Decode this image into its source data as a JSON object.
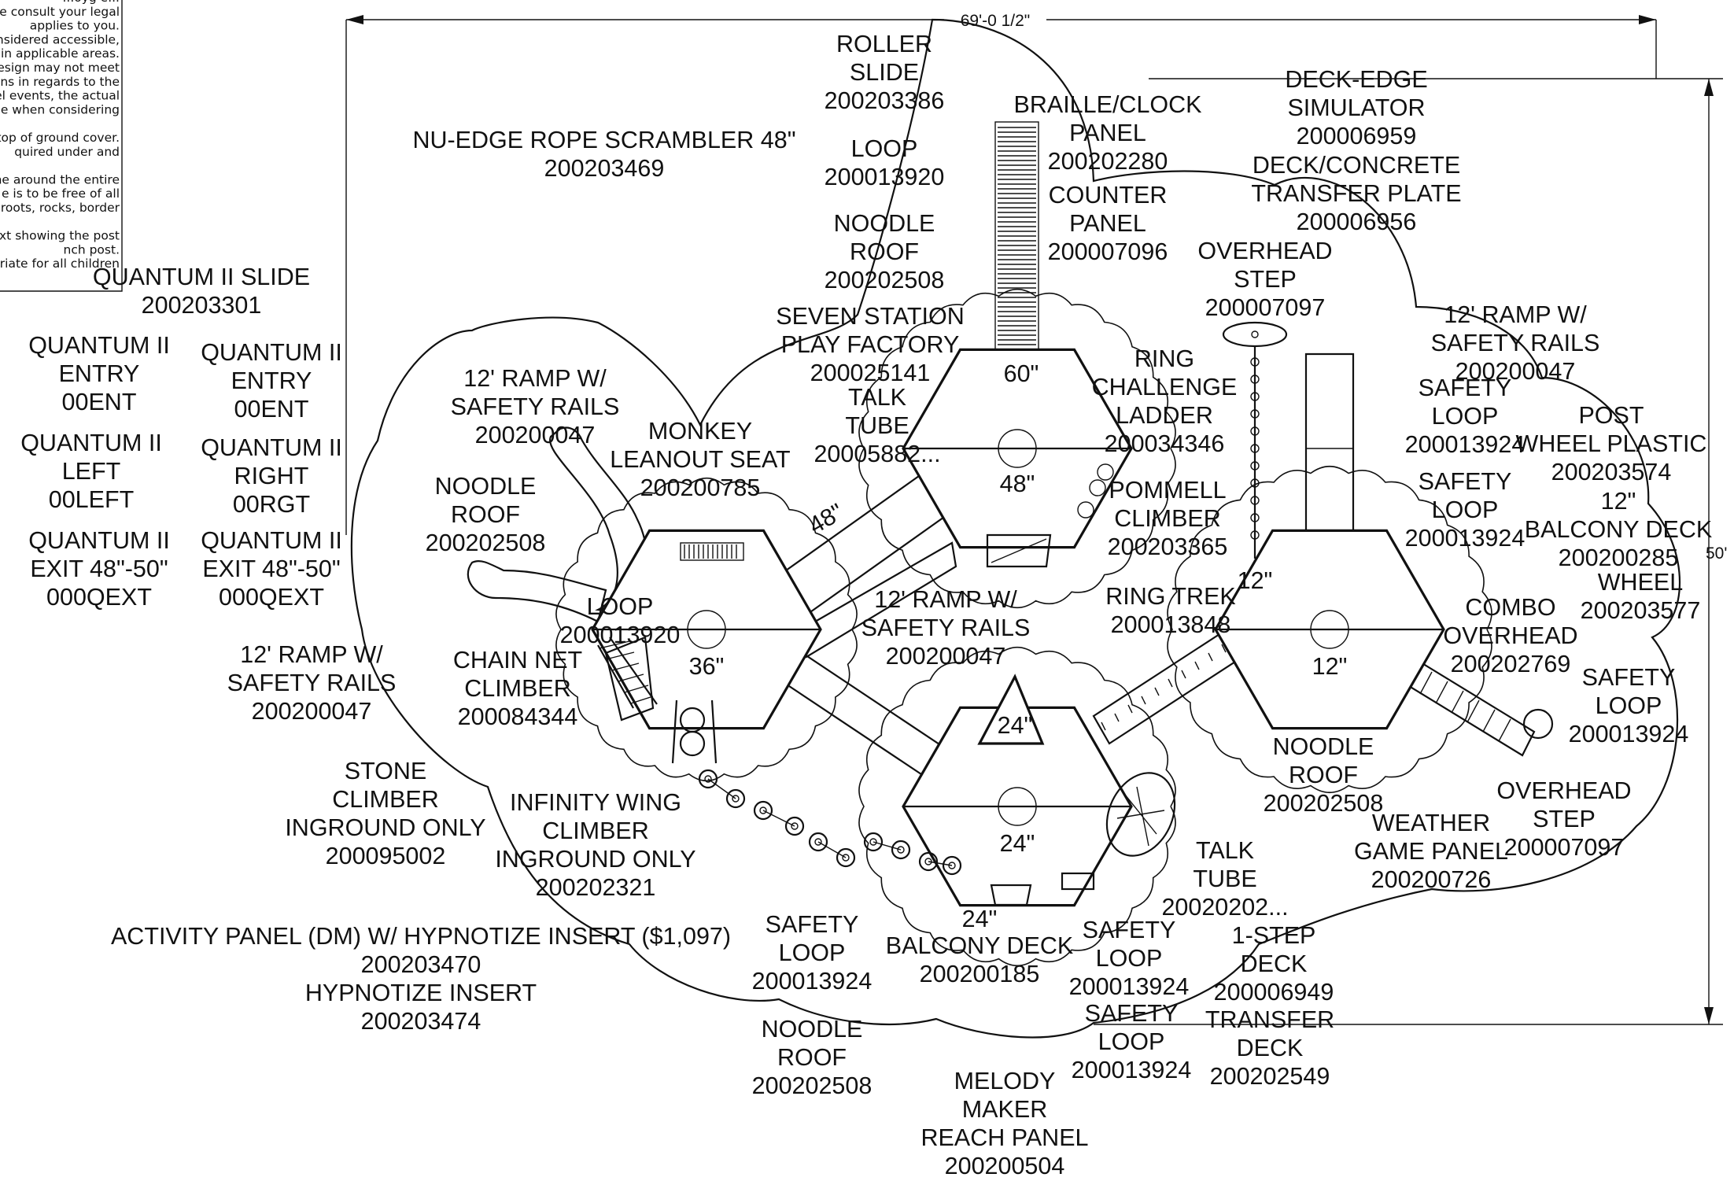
{
  "title": "Playground layout plan",
  "dimensions": {
    "width_label": "69'-0 1/2\"",
    "height_label": "50'"
  },
  "notes": [
    "...oyg e...",
    "se consult your legal",
    "applies to you.",
    "considered accessible,",
    "ized in applicable areas.",
    "design may not meet",
    "ulations in regards to the",
    "vel events, the actual",
    "e when considering",
    "",
    "om top of ground cover.",
    "quired under and",
    "",
    "zone around the entire",
    "e is to be free of all",
    "roots, rocks, border",
    "",
    "text showing the post",
    "nch post.",
    "priate for all children"
  ],
  "labels": [
    {
      "id": "roller-slide",
      "lines": [
        "ROLLER",
        "SLIDE",
        "200203386"
      ]
    },
    {
      "id": "nu-edge-rope",
      "lines": [
        "NU-EDGE ROPE SCRAMBLER 48\"",
        "200203469"
      ]
    },
    {
      "id": "loop-top",
      "lines": [
        "LOOP",
        "200013920"
      ]
    },
    {
      "id": "noodle-roof-top",
      "lines": [
        "NOODLE",
        "ROOF",
        "200202508"
      ]
    },
    {
      "id": "seven-station",
      "lines": [
        "SEVEN STATION",
        "PLAY FACTORY",
        "200025141"
      ]
    },
    {
      "id": "braille-clock",
      "lines": [
        "BRAILLE/CLOCK",
        "PANEL",
        "200202280"
      ]
    },
    {
      "id": "counter-panel",
      "lines": [
        "COUNTER",
        "PANEL",
        "200007096"
      ]
    },
    {
      "id": "deck-edge",
      "lines": [
        "DECK-EDGE",
        "SIMULATOR",
        "200006959"
      ]
    },
    {
      "id": "transfer-plate",
      "lines": [
        "DECK/CONCRETE",
        "TRANSFER PLATE",
        "200006956"
      ]
    },
    {
      "id": "overhead-step-top",
      "lines": [
        "OVERHEAD",
        "STEP",
        "200007097"
      ]
    },
    {
      "id": "ramp-right-top",
      "lines": [
        "12' RAMP W/",
        "SAFETY RAILS",
        "200200047"
      ]
    },
    {
      "id": "quantum-slide",
      "lines": [
        "QUANTUM II SLIDE",
        "200203301"
      ]
    },
    {
      "id": "q-entry-1",
      "lines": [
        "QUANTUM II",
        "ENTRY",
        "00ENT"
      ]
    },
    {
      "id": "q-entry-2",
      "lines": [
        "QUANTUM II",
        "ENTRY",
        "00ENT"
      ]
    },
    {
      "id": "q-left",
      "lines": [
        "QUANTUM II",
        "LEFT",
        "00LEFT"
      ]
    },
    {
      "id": "q-right",
      "lines": [
        "QUANTUM II",
        "RIGHT",
        "00RGT"
      ]
    },
    {
      "id": "q-exit-1",
      "lines": [
        "QUANTUM II",
        "EXIT 48\"-50\"",
        "000QEXT"
      ]
    },
    {
      "id": "q-exit-2",
      "lines": [
        "QUANTUM II",
        "EXIT 48\"-50\"",
        "000QEXT"
      ]
    },
    {
      "id": "ramp-left-top",
      "lines": [
        "12' RAMP W/",
        "SAFETY RAILS",
        "200200047"
      ]
    },
    {
      "id": "monkey-seat",
      "lines": [
        "MONKEY",
        "LEANOUT SEAT",
        "200200785"
      ]
    },
    {
      "id": "talk-tube-top",
      "lines": [
        "TALK",
        "TUBE",
        "20005882..."
      ]
    },
    {
      "id": "ring-ladder",
      "lines": [
        "RING",
        "CHALLENGE",
        "LADDER",
        "200034346"
      ]
    },
    {
      "id": "pommell",
      "lines": [
        "POMMELL",
        "CLIMBER",
        "200203365"
      ]
    },
    {
      "id": "safety-loop-r1",
      "lines": [
        "SAFETY",
        "LOOP",
        "200013924"
      ]
    },
    {
      "id": "safety-loop-r2",
      "lines": [
        "SAFETY",
        "LOOP",
        "200013924"
      ]
    },
    {
      "id": "post-wheel",
      "lines": [
        "POST",
        "WHEEL PLASTIC",
        "200203574"
      ]
    },
    {
      "id": "balcony-12",
      "lines": [
        "12\"",
        "BALCONY DECK",
        "200200285"
      ]
    },
    {
      "id": "wheel",
      "lines": [
        "WHEEL",
        "200203577"
      ]
    },
    {
      "id": "noodle-roof-left",
      "lines": [
        "NOODLE",
        "ROOF",
        "200202508"
      ]
    },
    {
      "id": "loop-left",
      "lines": [
        "LOOP",
        "200013920"
      ]
    },
    {
      "id": "ramp-center",
      "lines": [
        "12' RAMP W/",
        "SAFETY RAILS",
        "200200047"
      ]
    },
    {
      "id": "ring-trek",
      "lines": [
        "RING TREK",
        "200013848"
      ]
    },
    {
      "id": "combo-overhead",
      "lines": [
        "COMBO",
        "OVERHEAD",
        "200202769"
      ]
    },
    {
      "id": "safety-loop-r3",
      "lines": [
        "SAFETY",
        "LOOP",
        "200013924"
      ]
    },
    {
      "id": "ramp-left-bottom",
      "lines": [
        "12' RAMP W/",
        "SAFETY RAILS",
        "200200047"
      ]
    },
    {
      "id": "chain-net",
      "lines": [
        "CHAIN NET",
        "CLIMBER",
        "200084344"
      ]
    },
    {
      "id": "noodle-roof-right",
      "lines": [
        "NOODLE",
        "ROOF",
        "200202508"
      ]
    },
    {
      "id": "overhead-step-right",
      "lines": [
        "OVERHEAD",
        "STEP",
        "200007097"
      ]
    },
    {
      "id": "stone-climber",
      "lines": [
        "STONE",
        "CLIMBER",
        "INGROUND ONLY",
        "200095002"
      ]
    },
    {
      "id": "infinity-wing",
      "lines": [
        "INFINITY WING",
        "CLIMBER",
        "INGROUND ONLY",
        "200202321"
      ]
    },
    {
      "id": "weather-panel",
      "lines": [
        "WEATHER",
        "GAME PANEL",
        "200200726"
      ]
    },
    {
      "id": "talk-tube-bottom",
      "lines": [
        "TALK",
        "TUBE",
        "20020202..."
      ]
    },
    {
      "id": "activity-panel",
      "lines": [
        "ACTIVITY PANEL (DM) W/ HYPNOTIZE INSERT ($1,097)",
        "200203470",
        "HYPNOTIZE INSERT",
        "200203474"
      ]
    },
    {
      "id": "safety-loop-b1",
      "lines": [
        "SAFETY",
        "LOOP",
        "200013924"
      ]
    },
    {
      "id": "balcony-24",
      "lines": [
        "BALCONY DECK",
        "200200185"
      ]
    },
    {
      "id": "safety-loop-b2",
      "lines": [
        "SAFETY",
        "LOOP",
        "200013924"
      ]
    },
    {
      "id": "one-step",
      "lines": [
        "1-STEP",
        "DECK",
        "200006949"
      ]
    },
    {
      "id": "safety-loop-b3",
      "lines": [
        "SAFETY",
        "LOOP",
        "200013924"
      ]
    },
    {
      "id": "transfer-deck",
      "lines": [
        "TRANSFER",
        "DECK",
        "200202549"
      ]
    },
    {
      "id": "noodle-roof-bottom",
      "lines": [
        "NOODLE",
        "ROOF",
        "200202508"
      ]
    },
    {
      "id": "melody-maker",
      "lines": [
        "MELODY",
        "MAKER",
        "REACH PANEL",
        "200200504"
      ]
    }
  ],
  "deck_heights": [
    {
      "id": "h60",
      "text": "60\""
    },
    {
      "id": "h48-deck",
      "text": "48\""
    },
    {
      "id": "h48-ramp",
      "text": "48\""
    },
    {
      "id": "h36",
      "text": "36\""
    },
    {
      "id": "h24-tri",
      "text": "24\""
    },
    {
      "id": "h24-deck",
      "text": "24\""
    },
    {
      "id": "h24-balc",
      "text": "24\""
    },
    {
      "id": "h12-top",
      "text": "12\""
    },
    {
      "id": "h12-deck",
      "text": "12\""
    }
  ]
}
